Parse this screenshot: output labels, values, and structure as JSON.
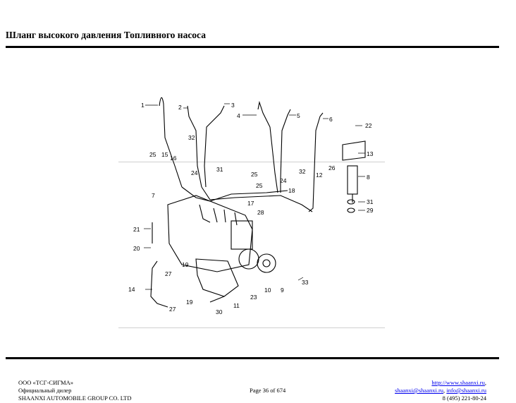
{
  "header": {
    "title": "Шланг высокого давления Топливного насоса"
  },
  "figure": {
    "callouts": [
      "1",
      "2",
      "3",
      "4",
      "5",
      "6",
      "22",
      "32",
      "13",
      "25",
      "15",
      "16",
      "24",
      "31",
      "26",
      "12",
      "8",
      "25",
      "32",
      "7",
      "24",
      "18",
      "25",
      "17",
      "31",
      "29",
      "28",
      "21",
      "20",
      "27",
      "19",
      "33",
      "10",
      "9",
      "23",
      "14",
      "11",
      "19",
      "27",
      "30"
    ]
  },
  "footer": {
    "company": "ООО «ТСГ-СИГМА»",
    "dealer": "Официальный дилер",
    "group": "SHAANXI AUTOMOBILE GROUP CO. LTD",
    "page": "Page 36 of 674",
    "site_link": "http://www.shaanxi.ru",
    "site_suffix": ",",
    "email1": "shaanxi@shaanxi.ru",
    "email_sep": ", ",
    "email2": "info@shaanxi.ru",
    "phone": "8 (495) 221-80-24"
  }
}
